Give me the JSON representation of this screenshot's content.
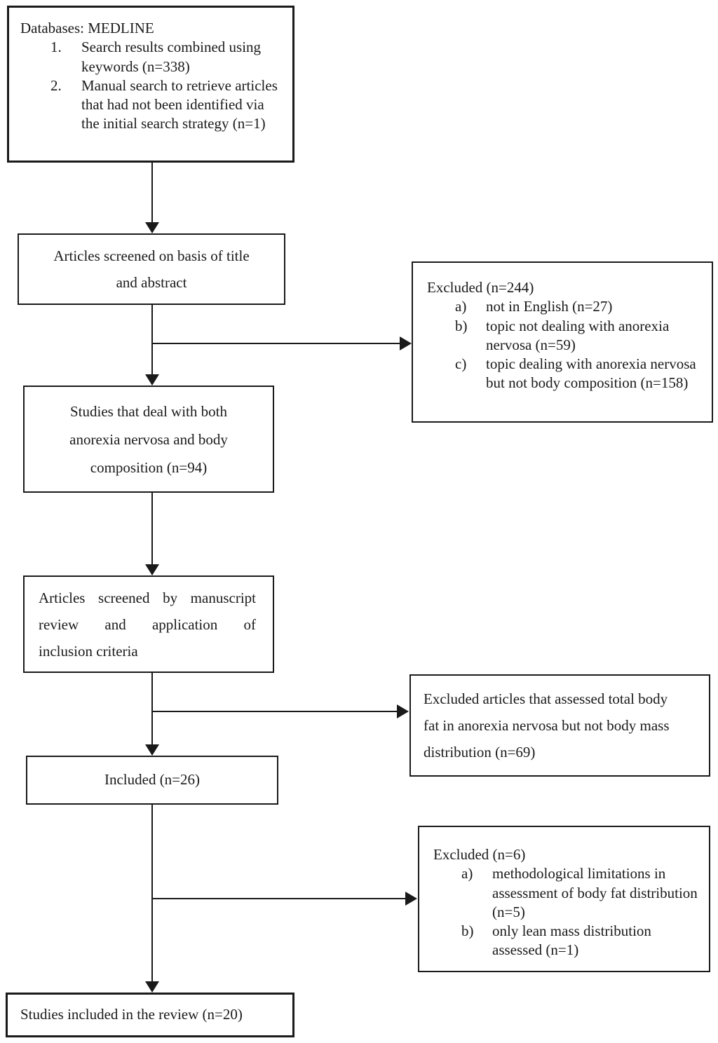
{
  "flow": {
    "databases_box": {
      "title": "Databases: MEDLINE",
      "items": [
        {
          "label": "1.",
          "text": "Search results combined using keywords (n=338)"
        },
        {
          "label": "2.",
          "text": "Manual search to retrieve articles that had not been identified via the initial search strategy (n=1)"
        }
      ]
    },
    "title_abstract_box": {
      "lines": [
        "Articles screened on basis of title",
        "and abstract"
      ]
    },
    "excluded_244_box": {
      "title": "Excluded (n=244)",
      "items": [
        {
          "label": "a)",
          "text": "not in English (n=27)"
        },
        {
          "label": "b)",
          "text": "topic not dealing with anorexia nervosa (n=59)"
        },
        {
          "label": "c)",
          "text": "topic dealing with anorexia nervosa but not body composition  (n=158)"
        }
      ]
    },
    "studies_94_box": {
      "lines": [
        "Studies that deal with both",
        "anorexia nervosa and body",
        "composition (n=94)"
      ]
    },
    "manuscript_box": {
      "lines": [
        "Articles screened by manuscript",
        "review and application of",
        "inclusion criteria"
      ]
    },
    "excluded_69_box": {
      "lines": [
        "Excluded articles that assessed total body",
        "fat in anorexia nervosa but not body mass",
        "distribution (n=69)"
      ]
    },
    "included_26_box": {
      "text": "Included (n=26)"
    },
    "excluded_6_box": {
      "title": "Excluded (n=6)",
      "items": [
        {
          "label": "a)",
          "text": "methodological limitations in assessment of body fat distribution (n=5)"
        },
        {
          "label": "b)",
          "text": "only lean mass distribution assessed (n=1)"
        }
      ]
    },
    "included_review_box": {
      "text": "Studies included in the review (n=20)"
    }
  },
  "colors": {
    "line": "#1a1a1a",
    "text": "#1a1a1a",
    "background": "#ffffff"
  }
}
